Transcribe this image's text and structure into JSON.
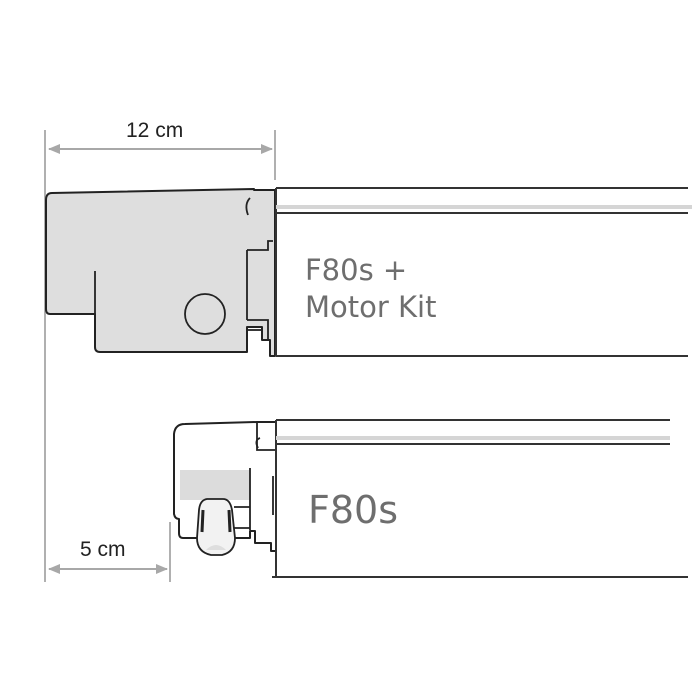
{
  "dimensions": {
    "top": {
      "label": "12 cm"
    },
    "bottom": {
      "label": "5 cm"
    }
  },
  "products": {
    "top": {
      "line1": "F80s +",
      "line2": "Motor Kit"
    },
    "bottom": {
      "label": "F80s"
    }
  },
  "colors": {
    "outline": "#222222",
    "housing_fill": "#dedede",
    "dimension_line": "#a8a8a8",
    "label_text": "#6e6e6e"
  }
}
